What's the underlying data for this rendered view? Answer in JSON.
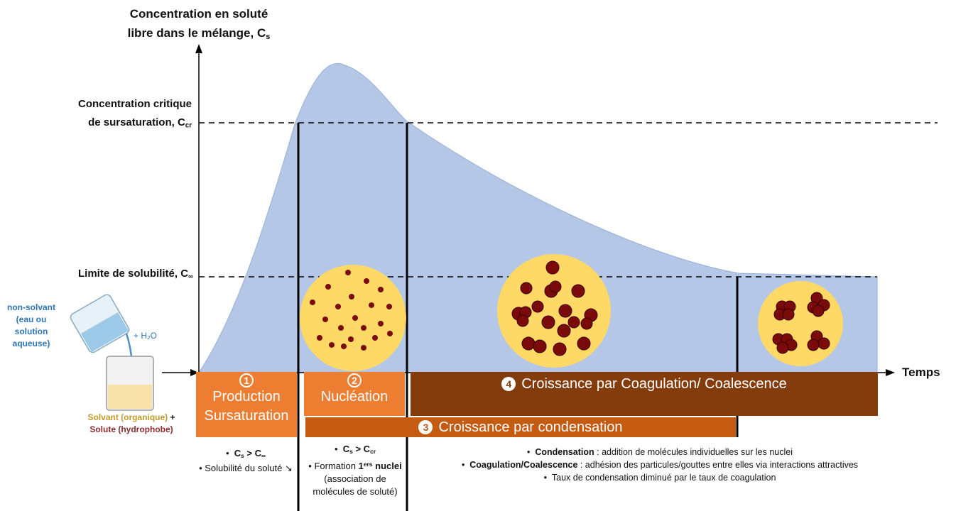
{
  "y_axis_label_line1": "Concentration en soluté",
  "y_axis_label_line2": "libre dans le mélange, C",
  "y_axis_label_sub": "s",
  "level_critical_line1": "Concentration critique",
  "level_critical_line2": "de sursaturation, C",
  "level_critical_sub": "cr",
  "level_solubility": "Limite de solubilité, C",
  "level_solubility_sub": "∞",
  "x_axis_label": "Temps",
  "beaker_nonsolvent": "non-solvant (eau ou solution aqueuse)",
  "beaker_h2o": "+ H₂O",
  "beaker_solvent": "Solvant (organique)",
  "beaker_plus": "+",
  "beaker_solute": "Solute (hydrophobe)",
  "phases": {
    "p1_num": "1",
    "p1_line1": "Production",
    "p1_line2": "Sursaturation",
    "p2_num": "2",
    "p2_label": "Nucléation",
    "p3_num": "3",
    "p3_label": "Croissance par condensation",
    "p4_num": "4",
    "p4_label": "Croissance par Coagulation/ Coalescence"
  },
  "notes": {
    "n1_a": "C",
    "n1_a_sub": "s",
    "n1_a_rest": " > C",
    "n1_a_sub2": "∞",
    "n1_b": "Solubilité du soluté ↘",
    "n2_a": "C",
    "n2_a_sub": "s",
    "n2_a_rest": " > C",
    "n2_a_sub2": "cr",
    "n2_b1": "Formation ",
    "n2_b_bold": "1",
    "n2_b_sup": "ers",
    "n2_b_bold2": "nuclei",
    "n2_b2": " (association de molécules de soluté)",
    "n3_bold": "Condensation",
    "n3_rest": " : addition de molécules individuelles sur les nuclei",
    "n4_bold": "Coagulation/Coalescence",
    "n4_rest": " : adhésion des particules/gouttes entre elles via interactions attractives",
    "n5": "Taux de condensation diminué par le taux de coagulation"
  },
  "colors": {
    "curve_fill": "#b4c7e7",
    "phase_orange": "#ed7d31",
    "phase_mid": "#c55a11",
    "phase_dark": "#843c0c",
    "circle_fill": "#ffd966",
    "particle": "#7b0a0a"
  }
}
